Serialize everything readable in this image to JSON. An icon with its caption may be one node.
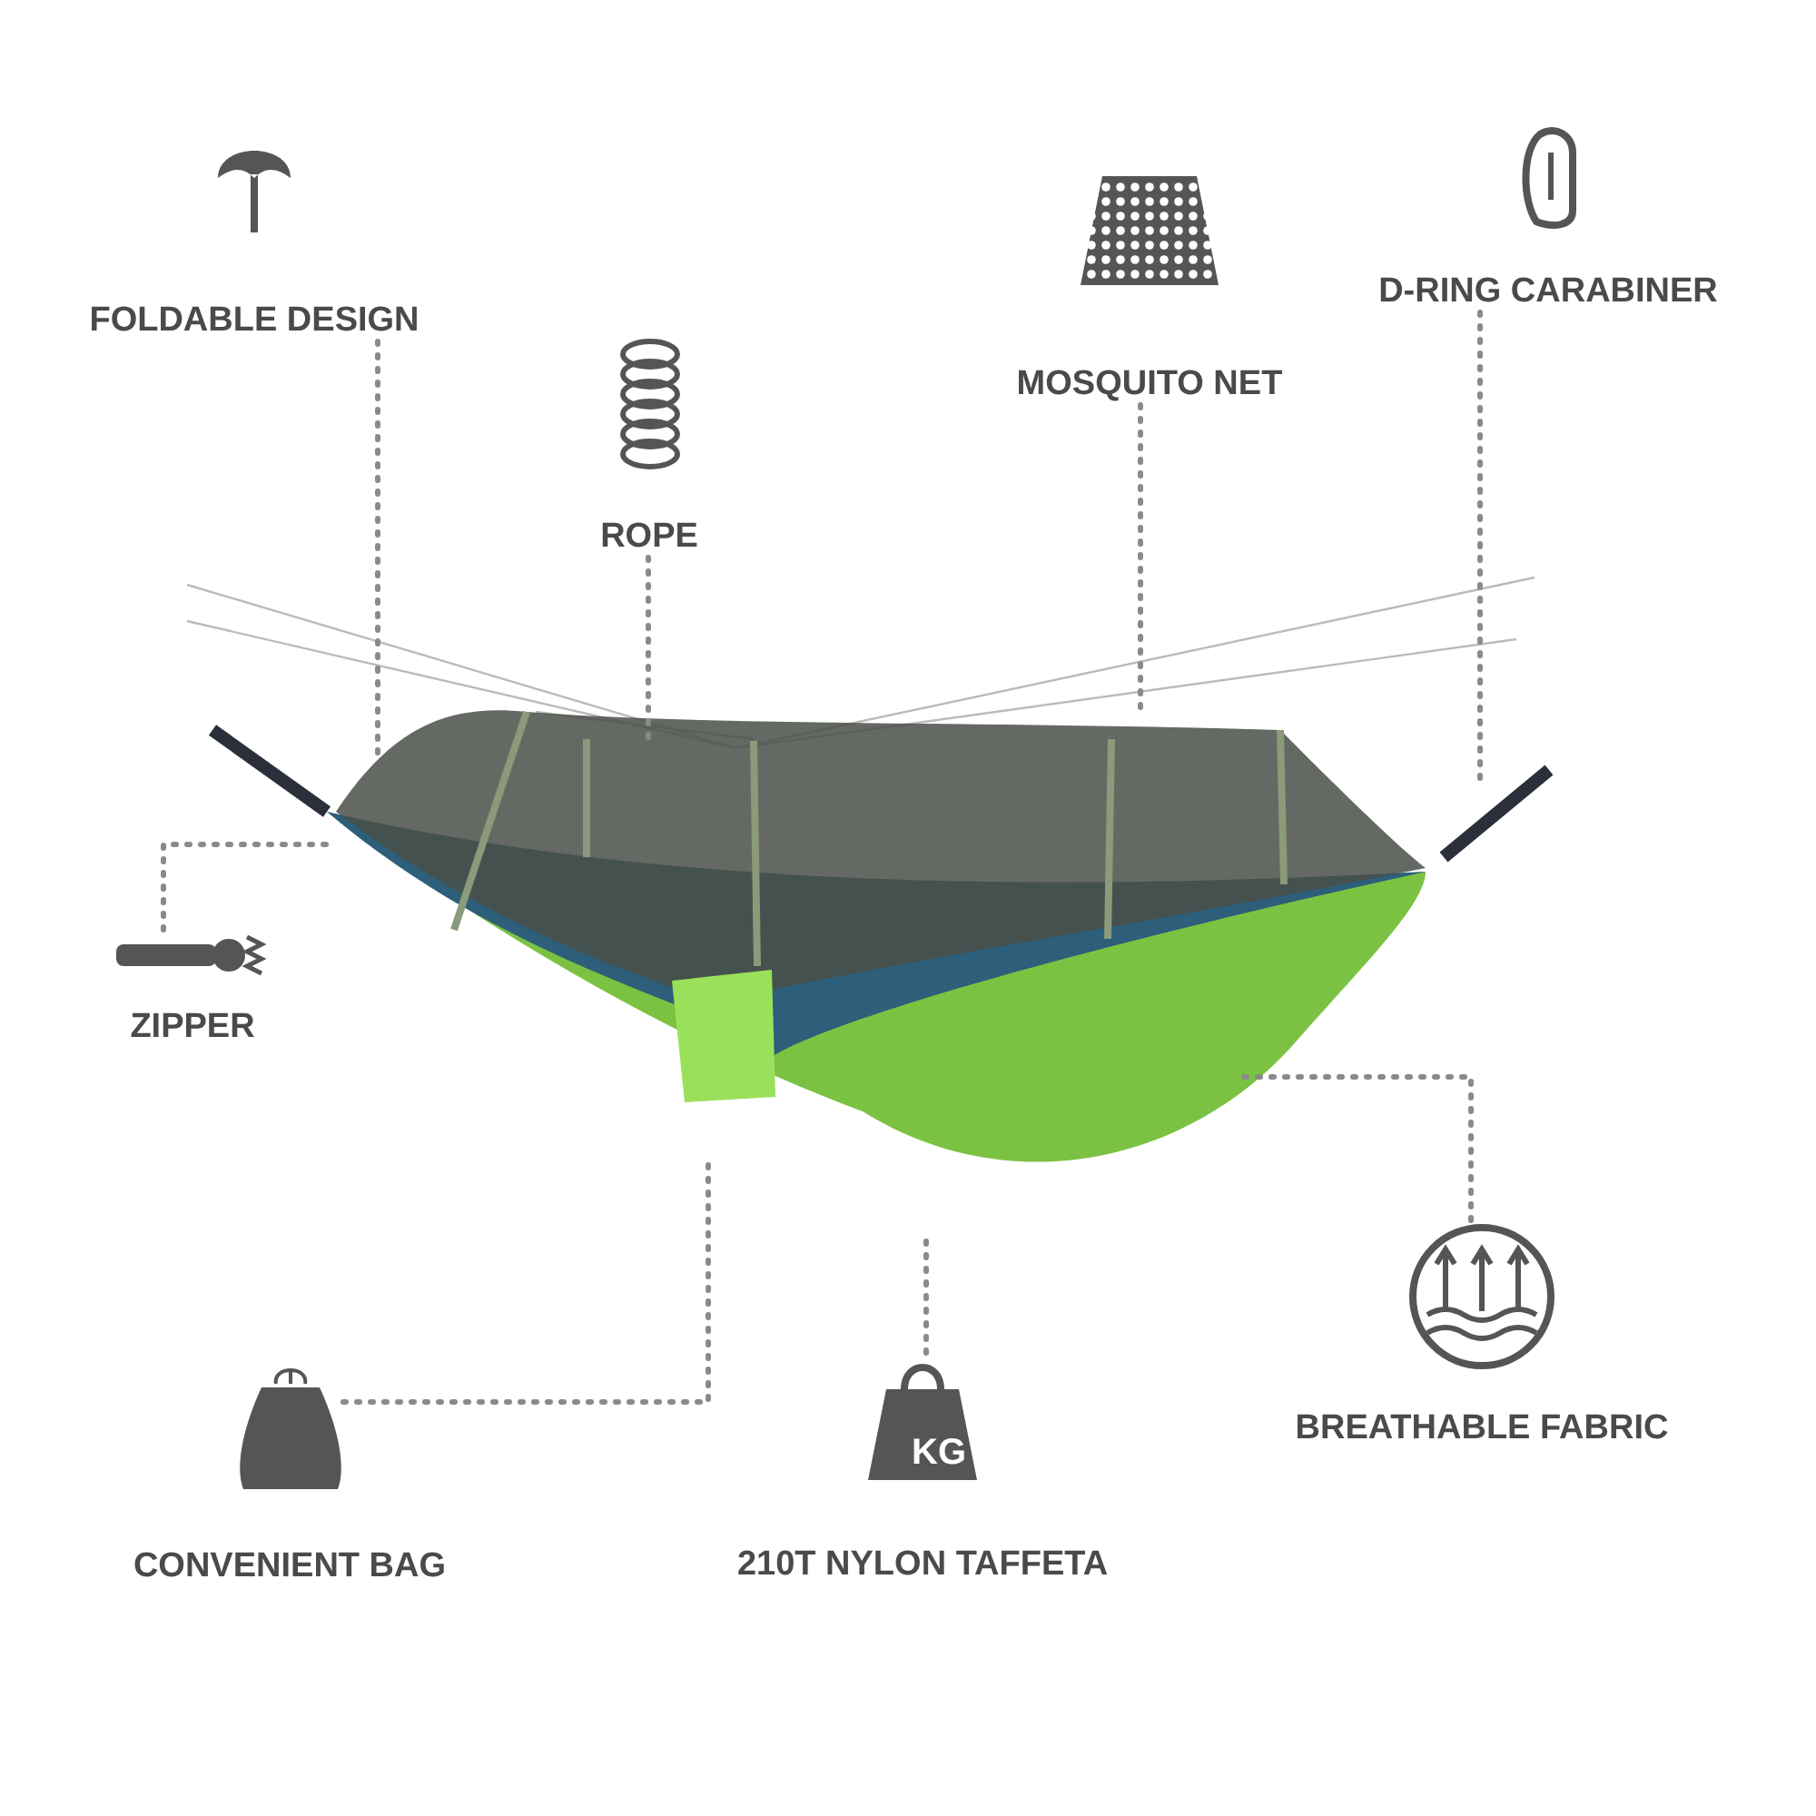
{
  "diagram": {
    "nodes": [
      {
        "text": [
          "FOLDABLE DESIGN"
        ]
      },
      {
        "text": [
          "ROPE"
        ]
      },
      {
        "text": [
          "MOSQUITO NET"
        ]
      },
      {
        "text": [
          "D-RING CARABINER"
        ]
      },
      {
        "text": [
          "ZIPPER"
        ]
      },
      {
        "text": [
          "CONVENIENT BAG"
        ]
      },
      {
        "text": [
          "210T NYLON TAFFETA"
        ]
      },
      {
        "text": [
          "BREATHABLE FABRIC"
        ]
      }
    ],
    "edges": [
      {
        "from": 0,
        "to": null,
        "arrow": "none"
      },
      {
        "from": 1,
        "to": null,
        "arrow": "none"
      },
      {
        "from": 2,
        "to": null,
        "arrow": "none"
      },
      {
        "from": 3,
        "to": null,
        "arrow": "none"
      },
      {
        "from": 4,
        "to": null,
        "arrow": "none"
      },
      {
        "from": 5,
        "to": null,
        "arrow": "none"
      },
      {
        "from": 6,
        "to": null,
        "arrow": "none"
      },
      {
        "from": 7,
        "to": null,
        "arrow": "none"
      }
    ],
    "labels": [
      "KG"
    ]
  }
}
